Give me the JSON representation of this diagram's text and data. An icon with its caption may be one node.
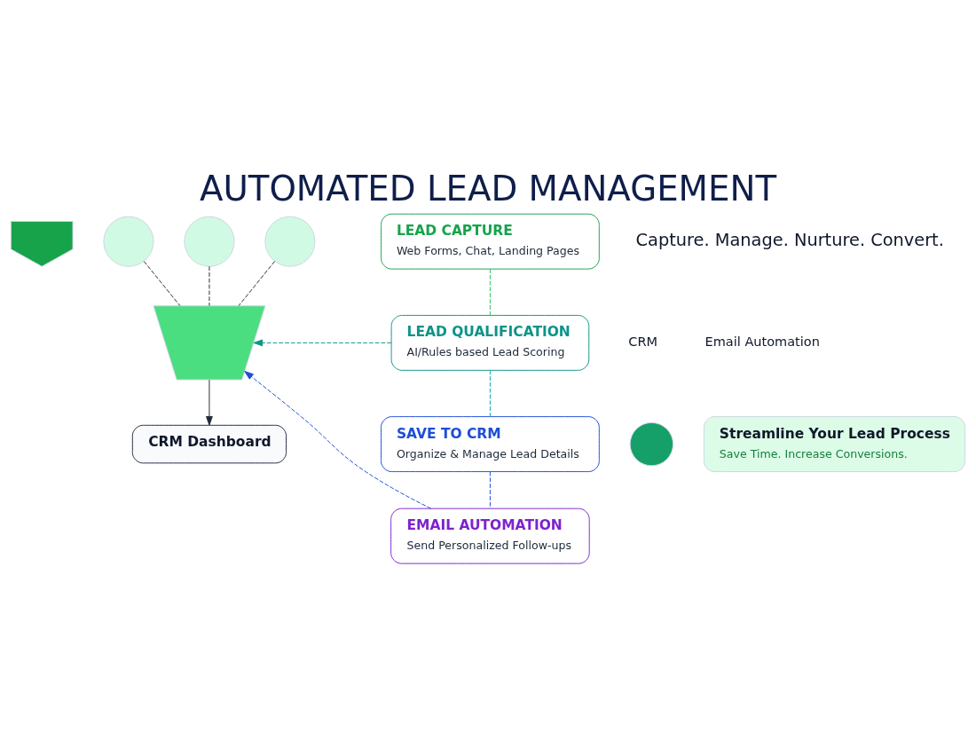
{
  "diagram": {
    "title": "AUTOMATED LEAD MANAGEMENT",
    "nodes": [
      {
        "text": [],
        "shape": "picture"
      },
      {
        "text": [],
        "shape": "circle"
      },
      {
        "text": [],
        "shape": "circle"
      },
      {
        "text": [],
        "shape": "circle"
      },
      {
        "text": [],
        "shape": "picture"
      },
      {
        "text": [
          "LEAD CAPTURE",
          "Web Forms, Chat, Landing Pages"
        ]
      },
      {
        "text": [
          "LEAD QUALIFICATION",
          "AI/Rules based Lead Scoring"
        ]
      },
      {
        "text": [
          "SAVE TO CRM",
          "Organize & Manage Lead Details"
        ]
      },
      {
        "text": [
          "EMAIL AUTOMATION",
          "Send Personalized Follow-ups"
        ]
      },
      {
        "text": [
          "CRM Dashboard"
        ]
      },
      {
        "text": [],
        "shape": "circle"
      },
      {
        "text": [
          "Streamline Your Lead Process",
          "Save Time. Increase Conversions."
        ]
      }
    ],
    "edges": [
      {
        "from": 1,
        "to": 4,
        "arrow": "none",
        "style": "dashed"
      },
      {
        "from": 2,
        "to": 4,
        "arrow": "none",
        "style": "dashed"
      },
      {
        "from": 3,
        "to": 4,
        "arrow": "none",
        "style": "dashed"
      },
      {
        "from": 4,
        "to": 9,
        "arrow": "to"
      },
      {
        "from": 5,
        "to": 6,
        "arrow": "none",
        "style": "dashed",
        "color": "#22c55e"
      },
      {
        "from": 6,
        "to": 7,
        "arrow": "none",
        "style": "dashed",
        "color": "#0ea5a4"
      },
      {
        "from": 7,
        "to": 8,
        "arrow": "none",
        "style": "dashed",
        "color": "#1d4ed8"
      },
      {
        "from": 6,
        "to": 4,
        "arrow": "to",
        "style": "dashed",
        "color": "#0d9488"
      },
      {
        "from": 8,
        "to": 4,
        "arrow": "to",
        "style": "dashed",
        "color": "#1d4ed8"
      }
    ],
    "labels": [
      "Capture. Manage. Nurture. Convert.",
      "CRM",
      "Email Automation"
    ]
  }
}
